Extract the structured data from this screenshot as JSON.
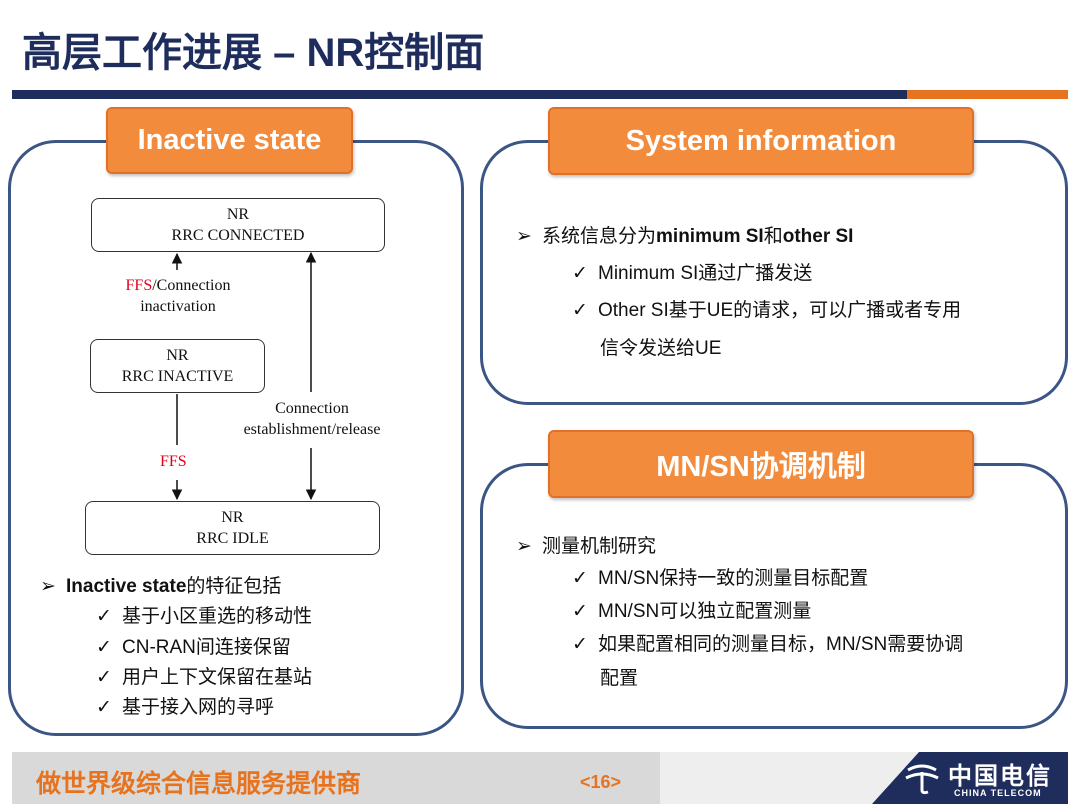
{
  "slide": {
    "title": "高层工作进展 – NR控制面"
  },
  "left_panel": {
    "header": "Inactive state",
    "diagram": {
      "connected": {
        "line1": "NR",
        "line2": "RRC  CONNECTED"
      },
      "inactive": {
        "line1": "NR",
        "line2": "RRC  INACTIVE"
      },
      "idle": {
        "line1": "NR",
        "line2": "RRC  IDLE"
      },
      "label_top_ffs": "FFS",
      "label_top_rest": "/Connection",
      "label_top_line2": "inactivation",
      "label_mid_ffs": "FFS",
      "label_right_line1": "Connection",
      "label_right_line2": "establishment/release"
    },
    "bullet_main_bold": "Inactive state",
    "bullet_main_rest": "的特征包括",
    "subs": [
      "基于小区重选的移动性",
      "CN-RAN间连接保留",
      "用户上下文保留在基站",
      "基于接入网的寻呼"
    ]
  },
  "si_panel": {
    "header": "System information",
    "bullet_pre": "系统信息分为",
    "bullet_b1": "minimum SI",
    "bullet_mid": "和",
    "bullet_b2": "other SI",
    "subs": [
      "Minimum SI通过广播发送",
      "Other SI基于UE的请求，可以广播或者专用",
      "信令发送给UE"
    ]
  },
  "mn_panel": {
    "header": "MN/SN协调机制",
    "bullet": "测量机制研究",
    "subs": [
      "MN/SN保持一致的测量目标配置",
      "MN/SN可以独立配置测量",
      "如果配置相同的测量目标，MN/SN需要协调",
      "配置"
    ]
  },
  "markers": {
    "main": "➢",
    "check": "✓"
  },
  "footer": {
    "slogan": "做世界级综合信息服务提供商",
    "page": "<16>",
    "logo_zh": "中国电信",
    "logo_en": "CHINA TELECOM"
  },
  "colors": {
    "navy": "#1f2d5c",
    "orange": "#e8731e",
    "header_orange": "#f28c3c",
    "panel_border": "#3b5585",
    "ffs_red": "#e0001b"
  }
}
